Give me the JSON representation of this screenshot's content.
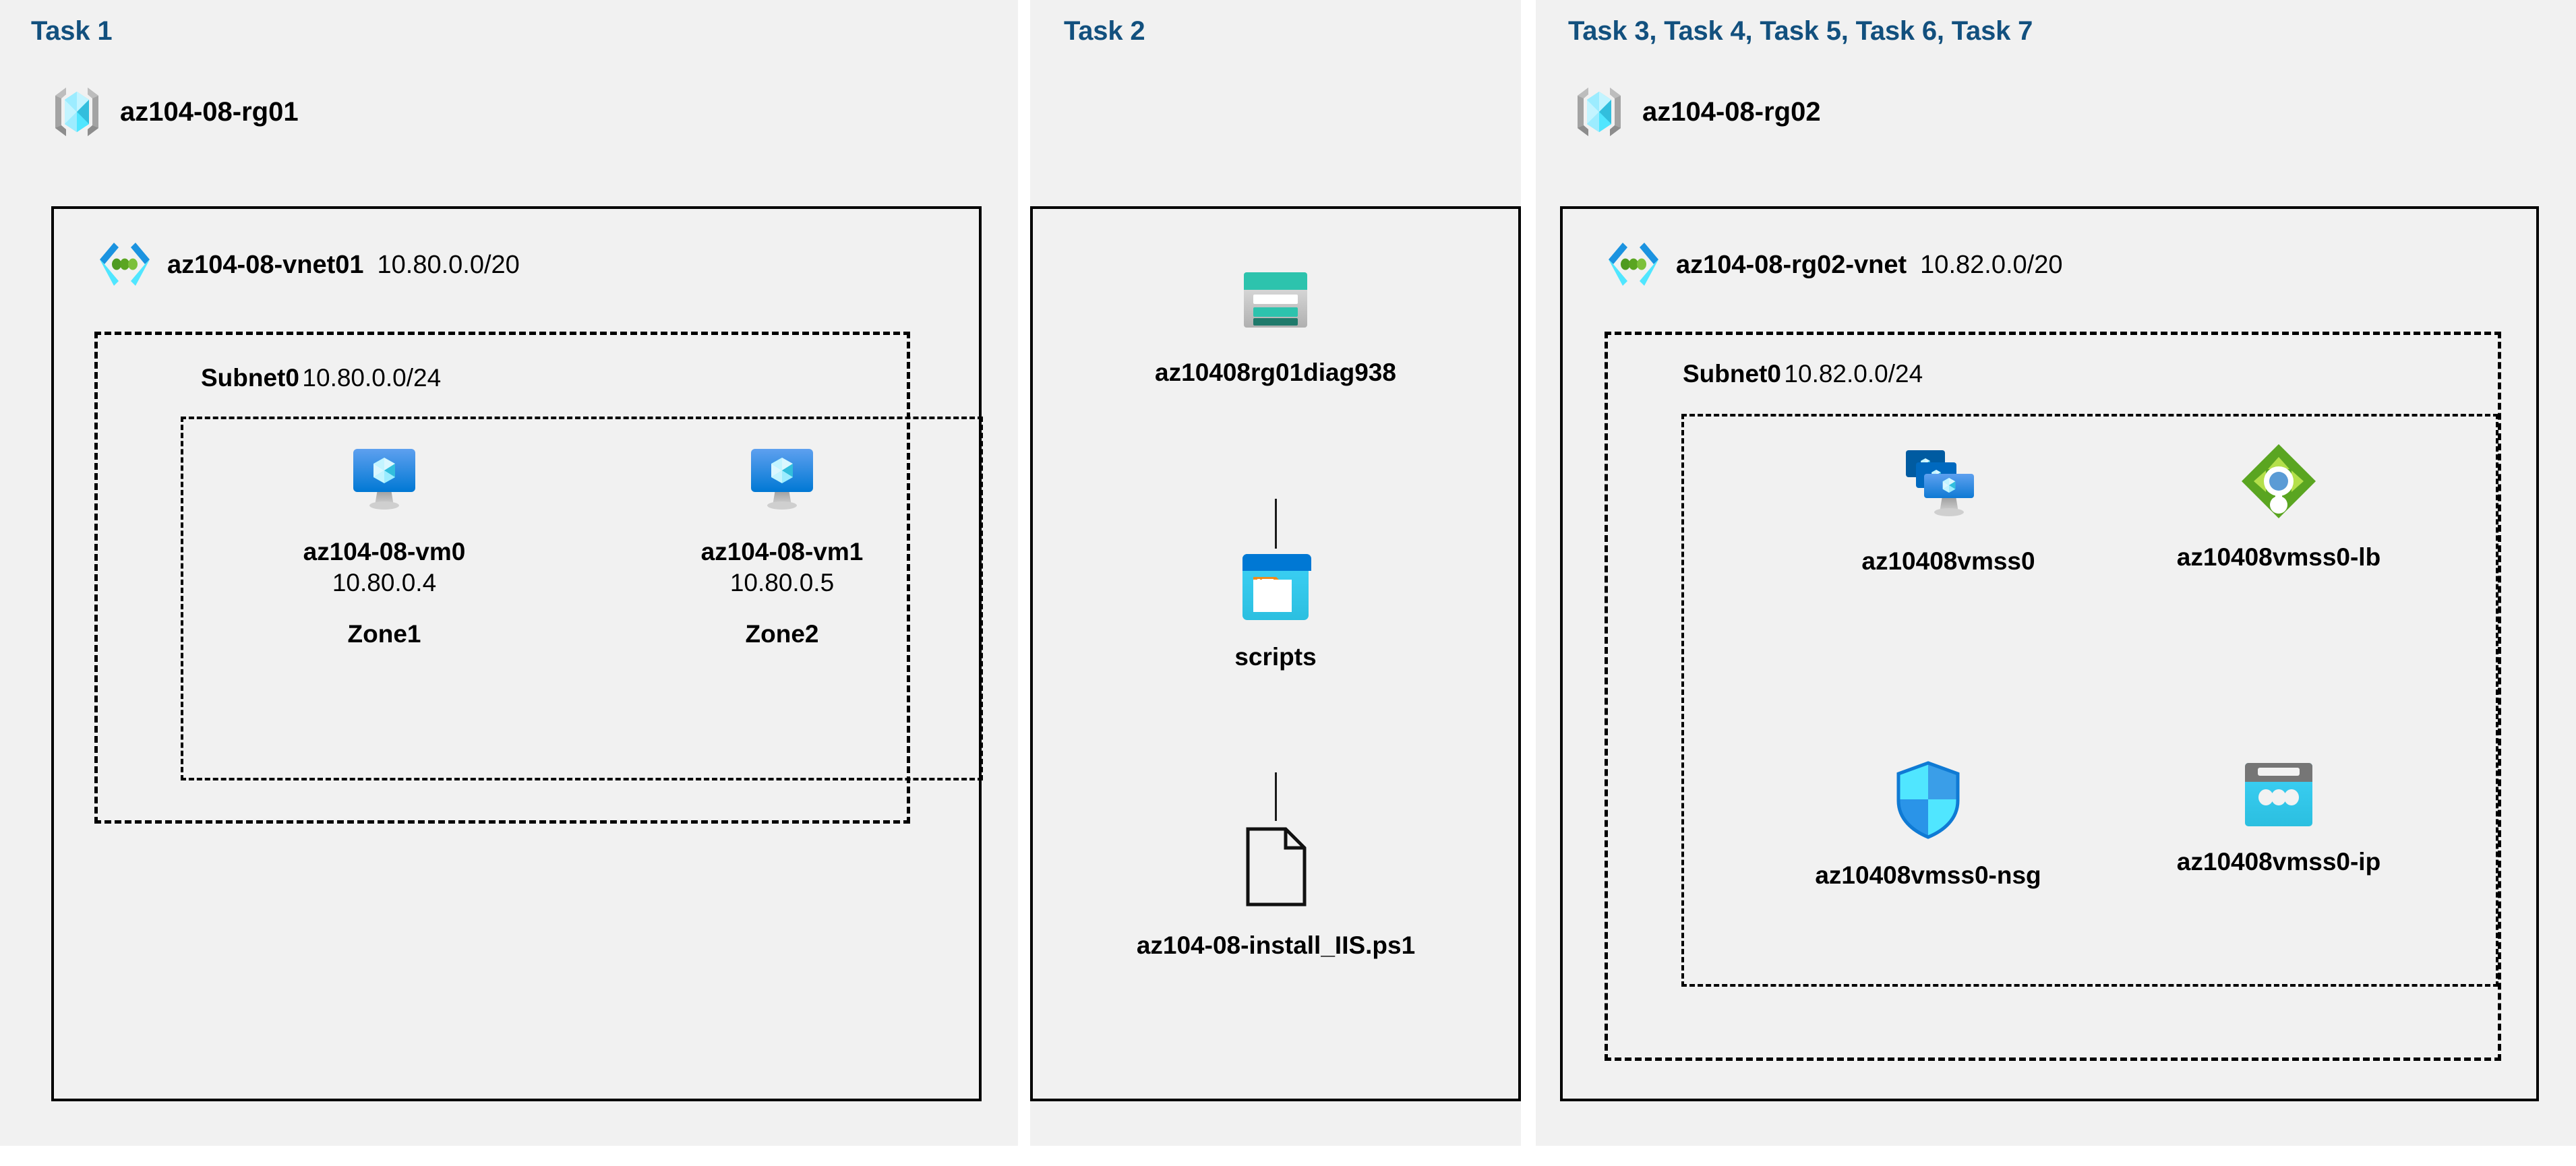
{
  "diagram": {
    "title": "Azure AZ-104 Lab 08 architecture",
    "background_color": "#ffffff",
    "panel_color": "#f1f1f1",
    "task_label_color": "#12507e"
  },
  "panels": [
    {
      "id": "task1",
      "task_label": "Task 1",
      "resource_group": {
        "icon": "resource-group-icon",
        "name": "az104-08-rg01"
      },
      "vnet": {
        "icon": "virtual-network-icon",
        "name": "az104-08-vnet01",
        "cidr": "10.80.0.0/20"
      },
      "subnet": {
        "name": "Subnet0",
        "cidr": "10.80.0.0/24"
      },
      "vms": [
        {
          "icon": "virtual-machine-icon",
          "name": "az104-08-vm0",
          "ip": "10.80.0.4",
          "zone": "Zone1"
        },
        {
          "icon": "virtual-machine-icon",
          "name": "az104-08-vm1",
          "ip": "10.80.0.5",
          "zone": "Zone2"
        }
      ]
    },
    {
      "id": "task2",
      "task_label": "Task 2",
      "nodes": [
        {
          "icon": "storage-account-icon",
          "name": "az10408rg01diag938"
        },
        {
          "icon": "blob-container-icon",
          "name": "scripts"
        },
        {
          "icon": "file-document-icon",
          "name": "az104-08-install_IIS.ps1"
        }
      ]
    },
    {
      "id": "task3to7",
      "task_label": "Task 3, Task 4, Task 5, Task 6, Task 7",
      "resource_group": {
        "icon": "resource-group-icon",
        "name": "az104-08-rg02"
      },
      "vnet": {
        "icon": "virtual-network-icon",
        "name": "az104-08-rg02-vnet",
        "cidr": "10.82.0.0/20"
      },
      "subnet": {
        "name": "Subnet0",
        "cidr": "10.82.0.0/24"
      },
      "resources": [
        {
          "icon": "vm-scale-set-icon",
          "name": "az10408vmss0"
        },
        {
          "icon": "load-balancer-icon",
          "name": "az10408vmss0-lb"
        },
        {
          "icon": "network-security-group-icon",
          "name": "az10408vmss0-nsg"
        },
        {
          "icon": "public-ip-address-icon",
          "name": "az10408vmss0-ip"
        }
      ]
    }
  ],
  "colors": {
    "azure_blue": "#0078d4",
    "azure_cyan": "#50e6ff",
    "teal": "#2dc3ad",
    "teal_dark": "#1f7a6b",
    "green": "#5aa521",
    "green_light": "#9fd42b",
    "grey": "#a3a3a3",
    "border_black": "#000000"
  }
}
